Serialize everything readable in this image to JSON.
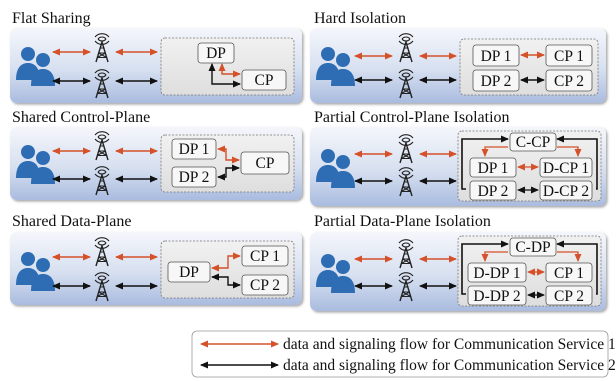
{
  "panels": {
    "flat_sharing": {
      "title": "Flat Sharing",
      "dp": "DP",
      "cp": "CP"
    },
    "hard_isolation": {
      "title": "Hard  Isolation",
      "dp1": "DP 1",
      "cp1": "CP 1",
      "dp2": "DP 2",
      "cp2": "CP 2"
    },
    "shared_control_plane": {
      "title": "Shared Control-Plane",
      "dp1": "DP 1",
      "dp2": "DP 2",
      "cp": "CP"
    },
    "partial_control_plane": {
      "title": "Partial Control-Plane Isolation",
      "ccp": "C-CP",
      "dp1": "DP 1",
      "dcp1": "D-CP 1",
      "dp2": "DP 2",
      "dcp2": "D-CP 2"
    },
    "shared_data_plane": {
      "title": "Shared Data-Plane",
      "dp": "DP",
      "cp1": "CP 1",
      "cp2": "CP 2"
    },
    "partial_data_plane": {
      "title": "Partial Data-Plane Isolation",
      "cdp": "C-DP",
      "ddp1": "D-DP 1",
      "cp1": "CP 1",
      "ddp2": "D-DP 2",
      "cp2": "CP 2"
    }
  },
  "legend": {
    "service1": "data and signaling flow for Communication Service 1",
    "service2": "data and signaling flow for Communication Service 2"
  },
  "colors": {
    "service1": "#d4512a",
    "service2": "#111111",
    "panel_top": "#f3f5fa",
    "panel_bottom": "#aebee0",
    "core_box": "#e6e6e6",
    "people": "#2e6db4"
  },
  "icons": {
    "users": "users-icon",
    "tower": "antenna-tower-icon"
  }
}
